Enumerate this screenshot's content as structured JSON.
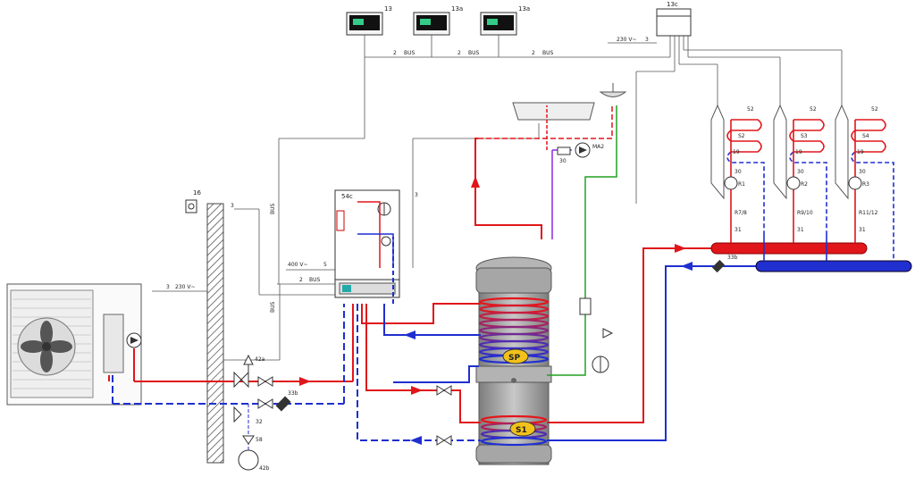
{
  "colors": {
    "supply": "#e0161b",
    "return": "#1f2fd0",
    "wire": "#555555",
    "potable": "#22a022",
    "circ": "#8a2be2",
    "tank": "#9a9a9a",
    "coil_label": "#f2c21b"
  },
  "controllers": [
    {
      "id": "13"
    },
    {
      "id": "13a"
    },
    {
      "id": "13a"
    }
  ],
  "labels": {
    "l13c": "13c",
    "l16": "16",
    "l54c": "54c",
    "lMA2": "MA2",
    "l30": "30",
    "bus": "BUS",
    "n2": "2",
    "n3": "3",
    "n5": "5",
    "v230": "230 V~",
    "v400": "400 V~",
    "l42a": "42a",
    "l33b": "33b",
    "l32": "32",
    "l58": "58",
    "l42b": "42b",
    "l31": "31",
    "SP": "SP",
    "S1": "S1",
    "l52": "52",
    "l19": "19",
    "l30z": "30",
    "S2": "S2",
    "S3": "S3",
    "S4": "S4",
    "R1": "R1",
    "R2": "R2",
    "R3": "R3",
    "R78": "R7/8",
    "R910": "R9/10",
    "R1112": "R11/12"
  }
}
